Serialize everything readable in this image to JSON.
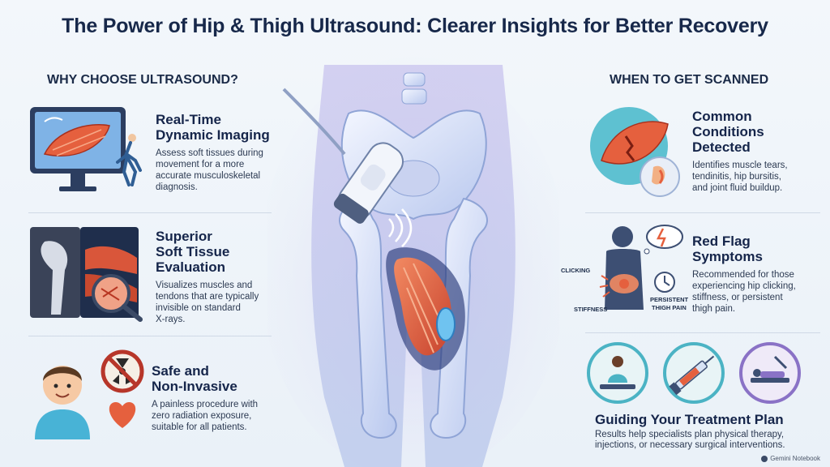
{
  "title": "The Power of Hip & Thigh Ultrasound: Clearer Insights for Better Recovery",
  "left": {
    "heading": "WHY CHOOSE ULTRASOUND?",
    "cards": [
      {
        "title_line1": "Real-Time",
        "title_line2": "Dynamic Imaging",
        "desc_lines": [
          "Assess soft tissues during",
          "movement for a more",
          "accurate musculoskeletal",
          "diagnosis."
        ]
      },
      {
        "title_line1": "Superior",
        "title_line2": "Soft Tissue",
        "title_line3": "Evaluation",
        "desc_lines": [
          "Visualizes muscles and",
          "tendons that are typically",
          "invisible on standard",
          "X-rays."
        ]
      },
      {
        "title_line1": "Safe and",
        "title_line2": "Non-Invasive",
        "desc_lines": [
          "A painless procedure with",
          "zero radiation exposure,",
          "suitable for all patients."
        ]
      }
    ]
  },
  "right": {
    "heading": "WHEN TO GET SCANNED",
    "cards": [
      {
        "title_line1": "Common",
        "title_line2": "Conditions",
        "title_line3": "Detected",
        "desc_lines": [
          "Identifies muscle tears,",
          "tendinitis, hip bursitis,",
          "and joint fluid buildup."
        ]
      },
      {
        "title_line1": "Red Flag",
        "title_line2": "Symptoms",
        "desc_lines": [
          "Recommended for those",
          "experiencing hip clicking,",
          "stiffness, or persistent",
          "thigh pain."
        ],
        "labels": {
          "clicking": "CLICKING",
          "stiffness": "STIFFNESS",
          "persistent": "PERSISTENT",
          "thigh_pain": "THIGH PAIN"
        }
      },
      {
        "title": "Guiding Your Treatment Plan",
        "desc_lines": [
          "Results help specialists plan physical therapy,",
          "injections, or necessary surgical interventions."
        ]
      }
    ]
  },
  "footer": {
    "brand": "Gemini Notebook"
  }
}
